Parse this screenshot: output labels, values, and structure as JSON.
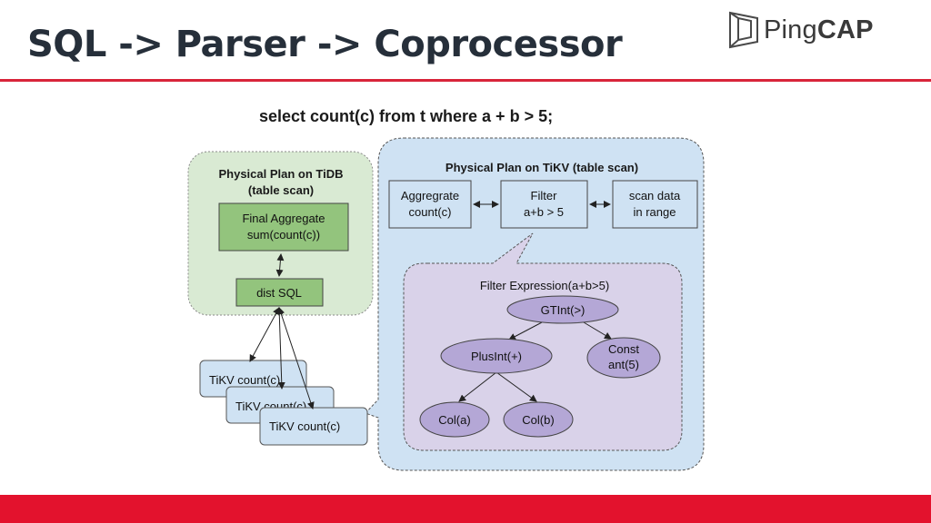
{
  "title": "SQL -> Parser -> Coprocessor",
  "logo": {
    "text_light": "Ping",
    "text_bold": "CAP"
  },
  "query": "select count(c) from t where a + b > 5;",
  "colors": {
    "accent_red": "#e3122d",
    "tidb_panel": "#d9ead3",
    "tidb_node": "#93c47d",
    "tikv_panel": "#cfe2f3",
    "expr_panel": "#d9d2e9",
    "expr_node": "#b4a7d6"
  },
  "tidb_plan": {
    "title_line1": "Physical Plan on TiDB",
    "title_line2": "(table scan)",
    "final_aggregate": {
      "line1": "Final Aggregate",
      "line2": "sum(count(c))"
    },
    "dist_sql": "dist SQL"
  },
  "tikv_tasks": [
    "TiKV count(c)",
    "TiKV count(c)",
    "TiKV count(c)"
  ],
  "tikv_plan": {
    "title": "Physical Plan on TiKV (table scan)",
    "aggregate": {
      "line1": "Aggregrate",
      "line2": "count(c)"
    },
    "filter": {
      "line1": "Filter",
      "line2": "a+b > 5"
    },
    "scan": {
      "line1": "scan data",
      "line2": "in range"
    }
  },
  "filter_expression": {
    "title": "Filter Expression(a+b>5)",
    "gt": "GTInt(>)",
    "plus": "PlusInt(+)",
    "constant": {
      "line1": "Const",
      "line2": "ant(5)"
    },
    "col_a": "Col(a)",
    "col_b": "Col(b)"
  }
}
